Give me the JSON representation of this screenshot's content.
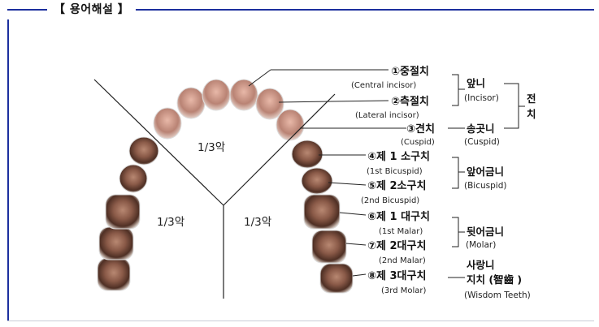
{
  "title": "【 용어해설 】",
  "regions": {
    "upper": "1/3악",
    "left": "1/3악",
    "right": "1/3악"
  },
  "teeth": [
    {
      "num": "①",
      "ko": "중절치",
      "en": "(Central incisor)"
    },
    {
      "num": "②",
      "ko": "측절치",
      "en": "(Lateral incisor)"
    },
    {
      "num": "③",
      "ko": "견치",
      "en": "(Cuspid)"
    },
    {
      "num": "④",
      "ko": "제 1 소구치",
      "en": "(1st Bicuspid)"
    },
    {
      "num": "⑤",
      "ko": "제 2소구치",
      "en": "(2nd Bicuspid)"
    },
    {
      "num": "⑥",
      "ko": "제 1 대구치",
      "en": "(1st Malar)"
    },
    {
      "num": "⑦",
      "ko": "제 2대구치",
      "en": "(2nd Malar)"
    },
    {
      "num": "⑧",
      "ko": "제 3대구치",
      "en": "(3rd Molar)"
    }
  ],
  "groups": {
    "incisor": {
      "ko": "앞니",
      "en": "(Incisor)"
    },
    "cuspid": {
      "ko": "송곳니",
      "en": "(Cuspid)"
    },
    "anterior": {
      "line1": "전",
      "line2": "치"
    },
    "bicuspid": {
      "ko": "앞어금니",
      "en": "(Bicuspid)"
    },
    "molar": {
      "ko": "뒷어금니",
      "en": "(Molar)"
    },
    "wisdom": {
      "ko1": "사랑니",
      "ko2": "지치 (智齒 )",
      "en": "(Wisdom Teeth)"
    }
  }
}
